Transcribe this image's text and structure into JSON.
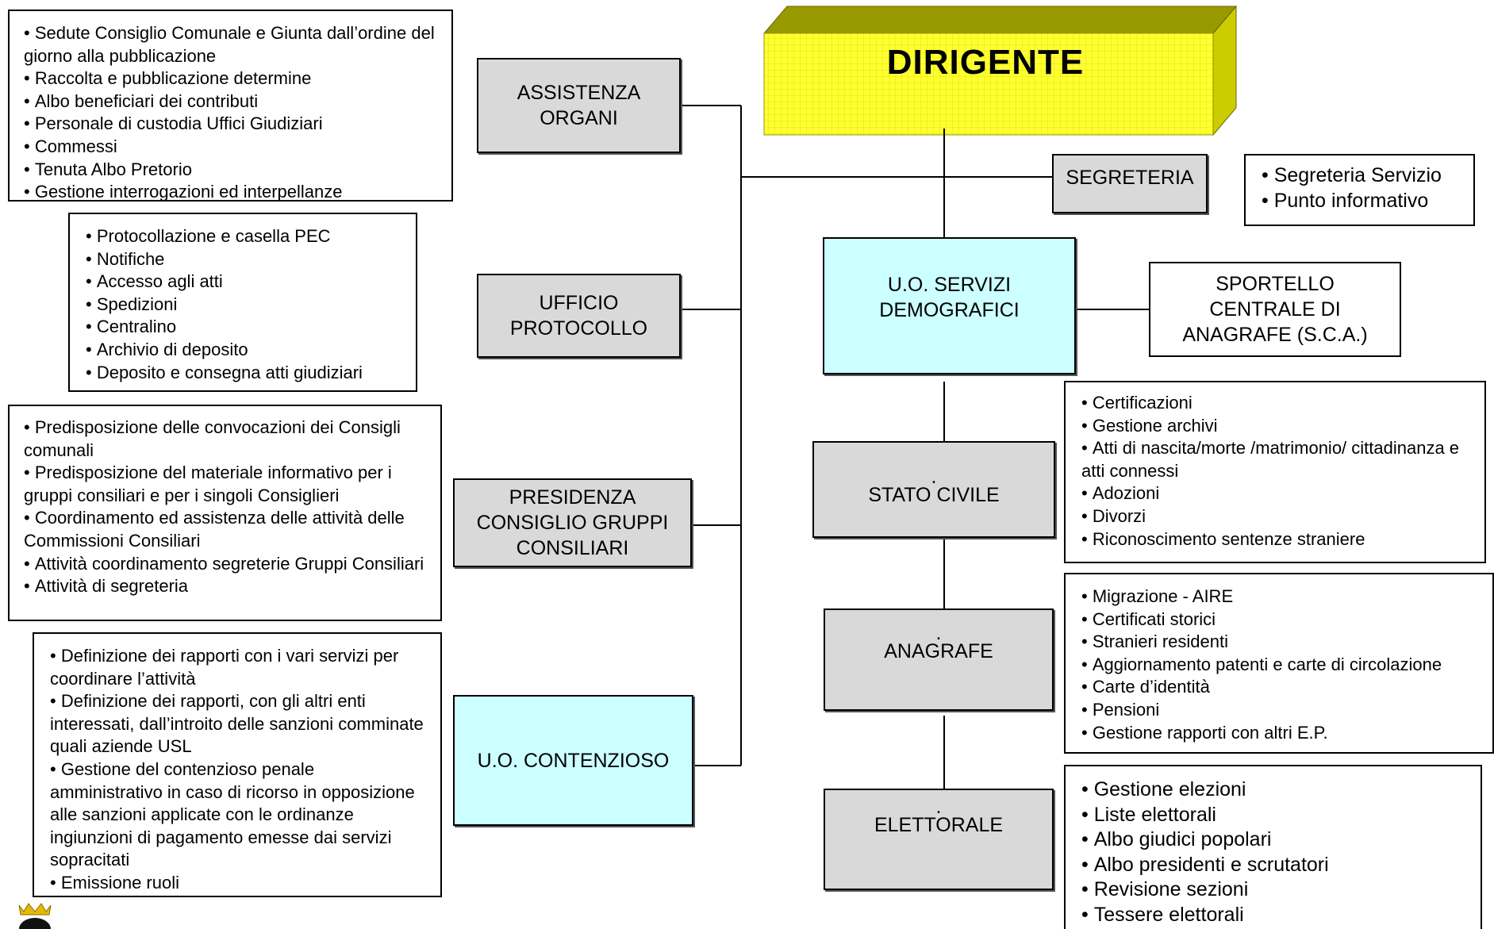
{
  "head": {
    "title": "DIRIGENTE",
    "colors": {
      "head_fill": "#ffff33",
      "cyan_fill": "#ccffff",
      "grey_fill": "#d9d9d9"
    }
  },
  "units": {
    "assistenza": "ASSISTENZA\nORGANI",
    "protocollo": "UFFICIO\nPROTOCOLLO",
    "presidenza": "PRESIDENZA\nCONSIGLIO GRUPPI\nCONSILIARI",
    "contenzioso": "U.O. CONTENZIOSO",
    "segreteria": "SEGRETERIA",
    "demografici": "U.O. SERVIZI\nDEMOGRAFICI",
    "sca": "SPORTELLO\nCENTRALE DI\nANAGRAFE (S.C.A.)",
    "stato_civile": "STATO CIVILE",
    "anagrafe": "ANAGRAFE",
    "elettorale": "ELETTORALE",
    "dot": "."
  },
  "lists": {
    "assistenza": [
      "Sedute Consiglio Comunale e Giunta dall’ordine del giorno alla pubblicazione",
      "Raccolta e pubblicazione determine",
      "Albo beneficiari dei contributi",
      "Personale di custodia Uffici Giudiziari",
      "Commessi",
      "Tenuta Albo Pretorio",
      "Gestione interrogazioni ed interpellanze"
    ],
    "protocollo": [
      "Protocollazione e casella PEC",
      "Notifiche",
      "Accesso agli atti",
      "Spedizioni",
      "Centralino",
      "Archivio di deposito",
      "Deposito e consegna atti giudiziari"
    ],
    "presidenza": [
      "Predisposizione delle convocazioni dei Consigli comunali",
      "Predisposizione del  materiale informativo per i gruppi consiliari e per i singoli Consiglieri",
      "Coordinamento ed assistenza delle attività delle Commissioni Consiliari",
      "Attività coordinamento segreterie Gruppi Consiliari",
      "Attività di segreteria"
    ],
    "contenzioso": [
      "Definizione dei rapporti con i vari servizi per coordinare l’attività",
      "Definizione dei rapporti, con gli altri enti interessati, dall’introito delle sanzioni comminate quali aziende USL",
      "Gestione del contenzioso penale amministrativo in caso di ricorso in opposizione alle sanzioni applicate con le ordinanze ingiunzioni di pagamento emesse dai servizi sopracitati",
      "Emissione ruoli"
    ],
    "segreteria": [
      "Segreteria Servizio",
      "Punto informativo"
    ],
    "stato_civile": [
      "Certificazioni",
      "Gestione archivi",
      "Atti di nascita/morte /matrimonio/ cittadinanza e atti connessi",
      "Adozioni",
      "Divorzi",
      "Riconoscimento sentenze straniere"
    ],
    "anagrafe": [
      "Migrazione - AIRE",
      "Certificati storici",
      "Stranieri residenti",
      "Aggiornamento patenti e carte di circolazione",
      "Carte d’identità",
      "Pensioni",
      "Gestione rapporti con altri E.P."
    ],
    "elettorale": [
      "Gestione elezioni",
      "Liste elettorali",
      "Albo giudici popolari",
      "Albo presidenti e scrutatori",
      "Revisione sezioni",
      "Tessere elettorali"
    ]
  }
}
